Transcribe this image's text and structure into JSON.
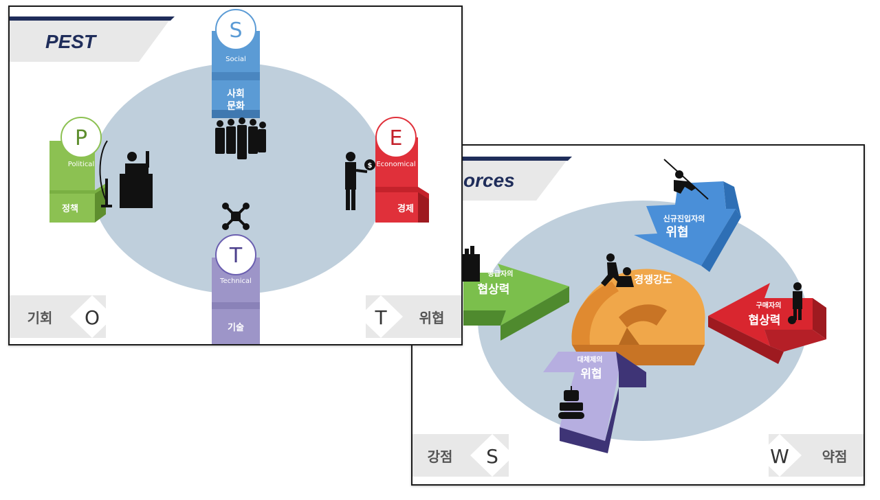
{
  "pest_slide": {
    "title": "PEST",
    "factors": {
      "social": {
        "letter": "S",
        "english": "Social",
        "korean_line1": "사회",
        "korean_line2": "문화",
        "color": "#5b9bd5"
      },
      "political": {
        "letter": "P",
        "english": "Political",
        "korean": "정책",
        "color": "#8cc152"
      },
      "economical": {
        "letter": "E",
        "english": "Economical",
        "korean": "경제",
        "color": "#e0303a"
      },
      "technical": {
        "letter": "T",
        "english": "Technical",
        "korean": "기술",
        "color": "#9d95c8"
      }
    },
    "corner_left": {
      "label": "기회",
      "letter": "O"
    },
    "corner_right": {
      "label": "위협",
      "letter": "T"
    }
  },
  "five_forces_slide": {
    "title_partial": "orces",
    "forces": {
      "new_entrants": {
        "line1": "신규진입자의",
        "line2": "위협",
        "color": "#4a8fd8"
      },
      "suppliers": {
        "line1": "공급자의",
        "line2": "협상력",
        "color": "#7bbf4c"
      },
      "rivalry": {
        "label": "경쟁강도",
        "color": "#ed9a3a"
      },
      "buyers": {
        "line1": "구매자의",
        "line2": "협상력",
        "color": "#d9262f"
      },
      "substitutes": {
        "line1": "대체제의",
        "line2": "위협",
        "color": "#b6aee0"
      }
    },
    "corner_left": {
      "label": "강점",
      "letter": "S"
    },
    "corner_right": {
      "label": "약점",
      "letter": "W"
    }
  }
}
